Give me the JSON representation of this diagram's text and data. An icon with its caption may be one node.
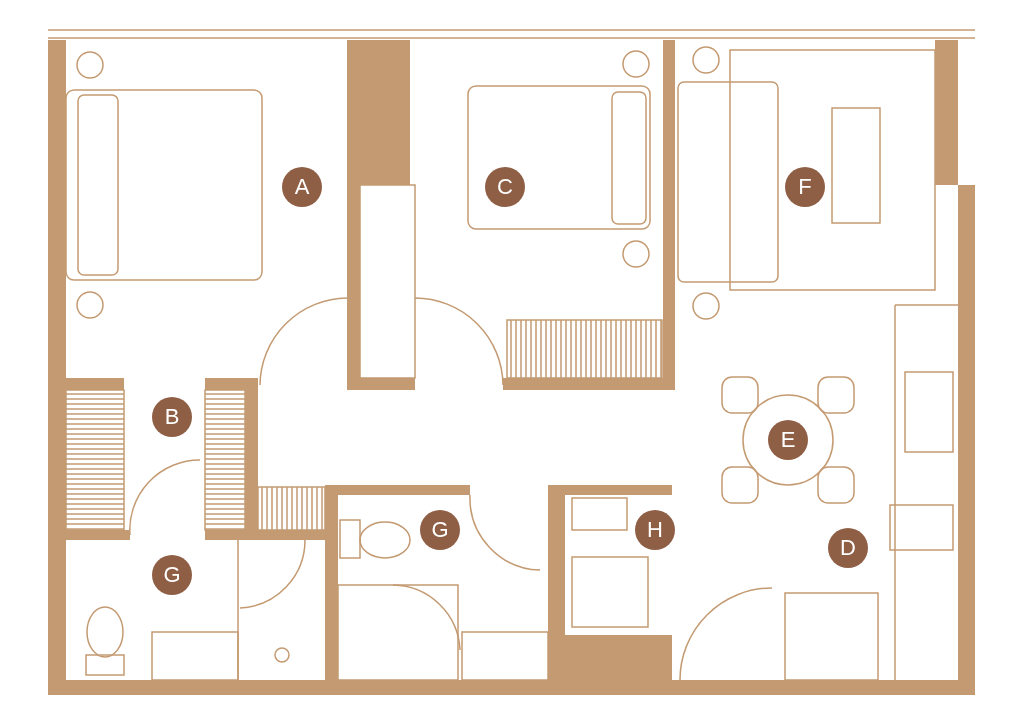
{
  "diagram": {
    "nodes": [
      {
        "text": [
          "A"
        ]
      },
      {
        "text": [
          "C"
        ]
      },
      {
        "text": [
          "F"
        ]
      },
      {
        "text": [
          "B"
        ]
      },
      {
        "text": [
          "E"
        ]
      },
      {
        "text": [
          "G"
        ]
      },
      {
        "text": [
          "H"
        ]
      },
      {
        "text": [
          "D"
        ]
      },
      {
        "text": [
          "G"
        ]
      }
    ]
  }
}
